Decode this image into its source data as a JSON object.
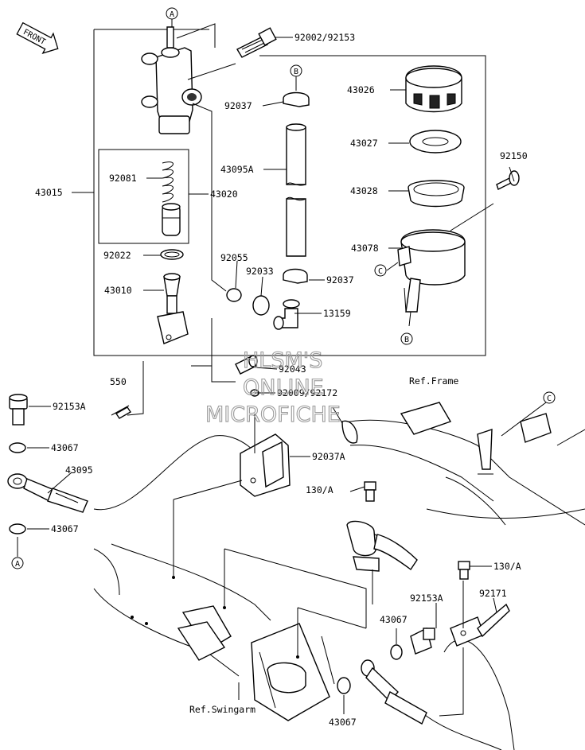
{
  "front_label": "FRONT",
  "labels": {
    "p92002": "92002/92153",
    "p92037_top": "92037",
    "p43026": "43026",
    "p43027": "43027",
    "p92150": "92150",
    "p43095A": "43095A",
    "p43028": "43028",
    "p43015": "43015",
    "p92081": "92081",
    "p43020": "43020",
    "p43078": "43078",
    "p92022": "92022",
    "p92055": "92055",
    "p92033": "92033",
    "p92037_mid": "92037",
    "p43010": "43010",
    "p13159": "13159",
    "p92043": "92043",
    "p550": "550",
    "p92009": "92009/92172",
    "p92153A_left": "92153A",
    "p43067_top": "43067",
    "p43095": "43095",
    "p43067_left": "43067",
    "p92037A": "92037A",
    "p130A_mid": "130/A",
    "p130A_right": "130/A",
    "p92153A_right": "92153A",
    "p92171": "92171",
    "p43067_mid": "43067",
    "p43067_bottom": "43067"
  },
  "references": {
    "frame": "Ref.Frame",
    "swingarm": "Ref.Swingarm"
  },
  "callouts": {
    "a_top": "A",
    "b_top": "B",
    "c_reservoir": "C",
    "b_bottom": "B",
    "c_frame": "C",
    "a_bottom": "A"
  },
  "watermark": [
    "HLSM'S",
    "ONLINE",
    "MICROFICHE"
  ]
}
